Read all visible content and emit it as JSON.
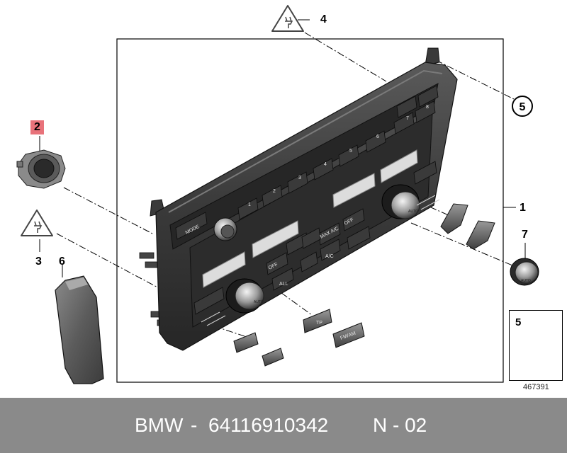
{
  "callouts": {
    "c1": "1",
    "c2": "2",
    "c3": "3",
    "c4": "4",
    "c5": "5",
    "c6": "6",
    "c7": "7"
  },
  "button_labels": {
    "mode": "MODE",
    "presets": [
      "1",
      "2",
      "3",
      "4",
      "5",
      "6",
      "7",
      "8"
    ],
    "off_left": "OFF",
    "all": "ALL",
    "auto_left": "AUTO",
    "auto_right": "AUTO",
    "ac": "A/C",
    "max_ac": "MAX A/C",
    "off_right": "OFF",
    "tp": "TP",
    "fm_am": "FM/AM",
    "knob_auto": "AUTO"
  },
  "legend": {
    "number": "5",
    "reference": "467391"
  },
  "footer": {
    "brand": "BMW",
    "sep1": "-",
    "part_number": "64116910342",
    "sep2": "N - 02"
  },
  "colors": {
    "highlight": "#e8727a",
    "footer_bg": "#8a8a8a",
    "panel": "#2e2e2e"
  }
}
